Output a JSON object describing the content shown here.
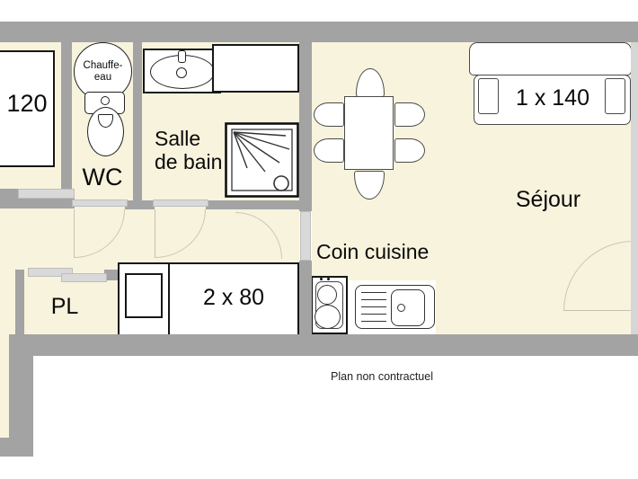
{
  "plan": {
    "footer": "Plan non contractuel",
    "rooms": {
      "bedroom": {
        "label": "120"
      },
      "wc": {
        "label": "WC"
      },
      "bathroom": {
        "label": "Salle\nde bain"
      },
      "living": {
        "label": "Séjour"
      },
      "kitchen": {
        "label": "Coin cuisine"
      },
      "closet": {
        "label": "PL"
      }
    },
    "furniture": {
      "water_heater": {
        "label": "Chauffe-\neau"
      },
      "sofa_bed": {
        "label": "1 x 140"
      },
      "twin_beds": {
        "label": "2 x 80"
      }
    },
    "colors": {
      "wall": "#a3a3a3",
      "floor": "#f8f3dd",
      "threshold": "#d9d9d9",
      "furniture_outline": "#1a1a1a",
      "text": "#0a0a0a"
    }
  }
}
